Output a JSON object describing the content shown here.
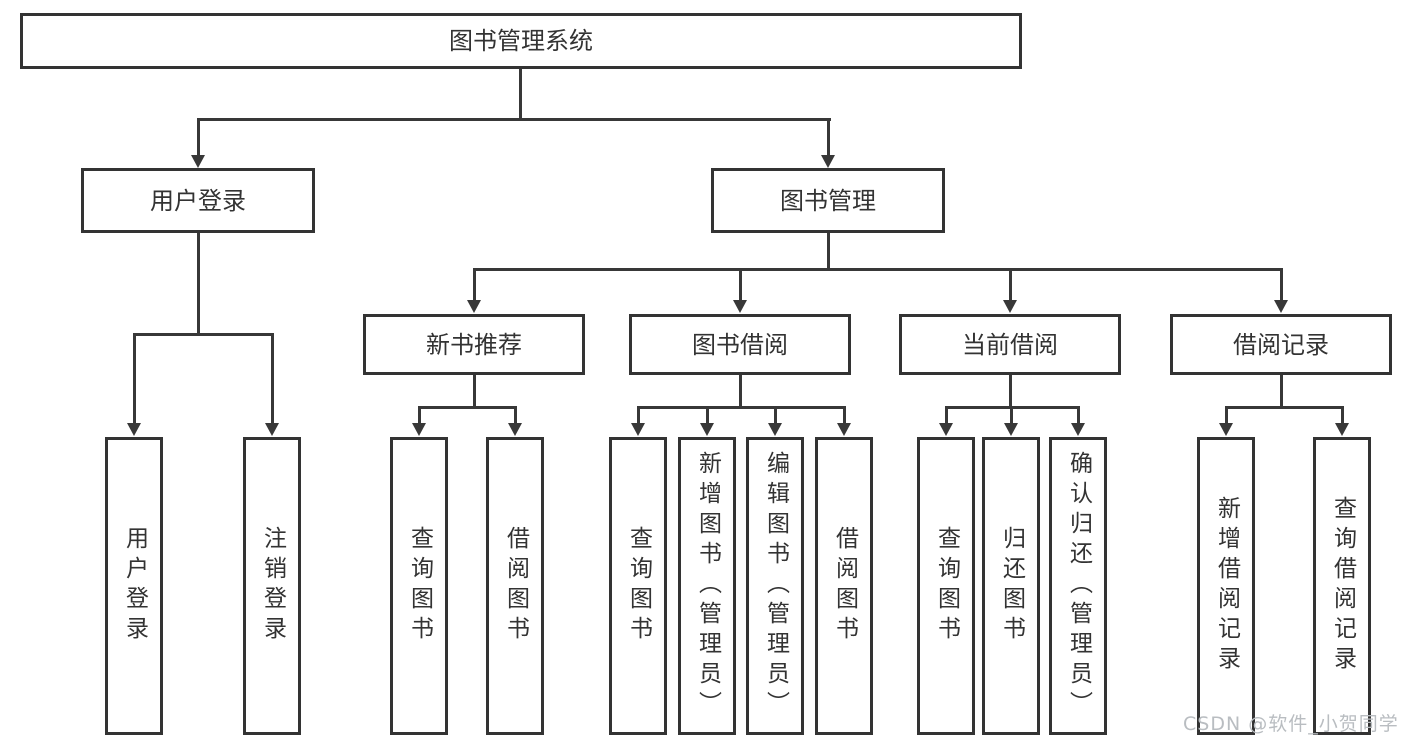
{
  "diagram": {
    "root": {
      "label": "图书管理系统"
    },
    "branches": [
      {
        "label": "用户登录",
        "children": [
          "用户登录",
          "注销登录"
        ]
      },
      {
        "label": "图书管理",
        "children": [
          {
            "label": "新书推荐",
            "children": [
              "查询图书",
              "借阅图书"
            ]
          },
          {
            "label": "图书借阅",
            "children": [
              "查询图书",
              "新增图书（管理员）",
              "编辑图书（管理员）",
              "借阅图书"
            ]
          },
          {
            "label": "当前借阅",
            "children": [
              "查询图书",
              "归还图书",
              "确认归还（管理员）"
            ]
          },
          {
            "label": "借阅记录",
            "children": [
              "新增借阅记录",
              "查询借阅记录"
            ]
          }
        ]
      }
    ]
  },
  "colors": {
    "line": "#383838",
    "border": "#333333",
    "text": "#333333",
    "watermark": "#b9bdc1"
  },
  "watermark": {
    "text": "CSDN @软件_小贺同学"
  }
}
